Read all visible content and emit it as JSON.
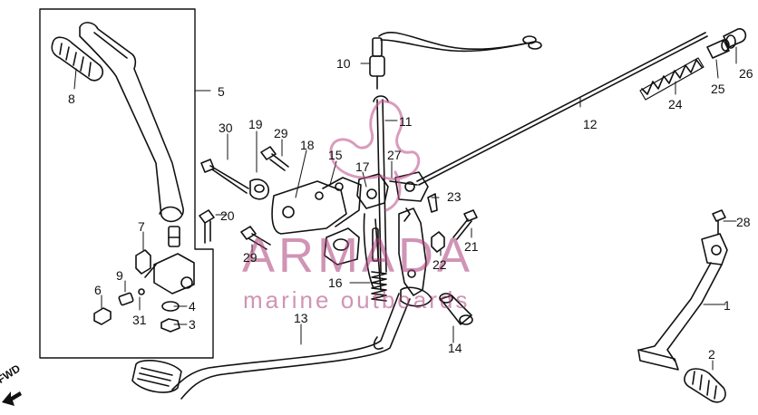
{
  "watermark": {
    "brand": "ARMADA",
    "tagline": "marine outboards",
    "logo": "seahorse-logo",
    "color": "#b8457e"
  },
  "direction_label": "FWD",
  "part_numbers": {
    "p1": "1",
    "p2": "2",
    "p3": "3",
    "p4": "4",
    "p5": "5",
    "p6": "6",
    "p7": "7",
    "p8": "8",
    "p9": "9",
    "p10": "10",
    "p11": "11",
    "p12": "12",
    "p13": "13",
    "p14": "14",
    "p15": "15",
    "p16": "16",
    "p17": "17",
    "p18": "18",
    "p19": "19",
    "p20": "20",
    "p21": "21",
    "p22": "22",
    "p23": "23",
    "p24": "24",
    "p25": "25",
    "p26": "26",
    "p27": "27",
    "p28": "28",
    "p29a": "29",
    "p29b": "29",
    "p30": "30",
    "p31": "31"
  }
}
